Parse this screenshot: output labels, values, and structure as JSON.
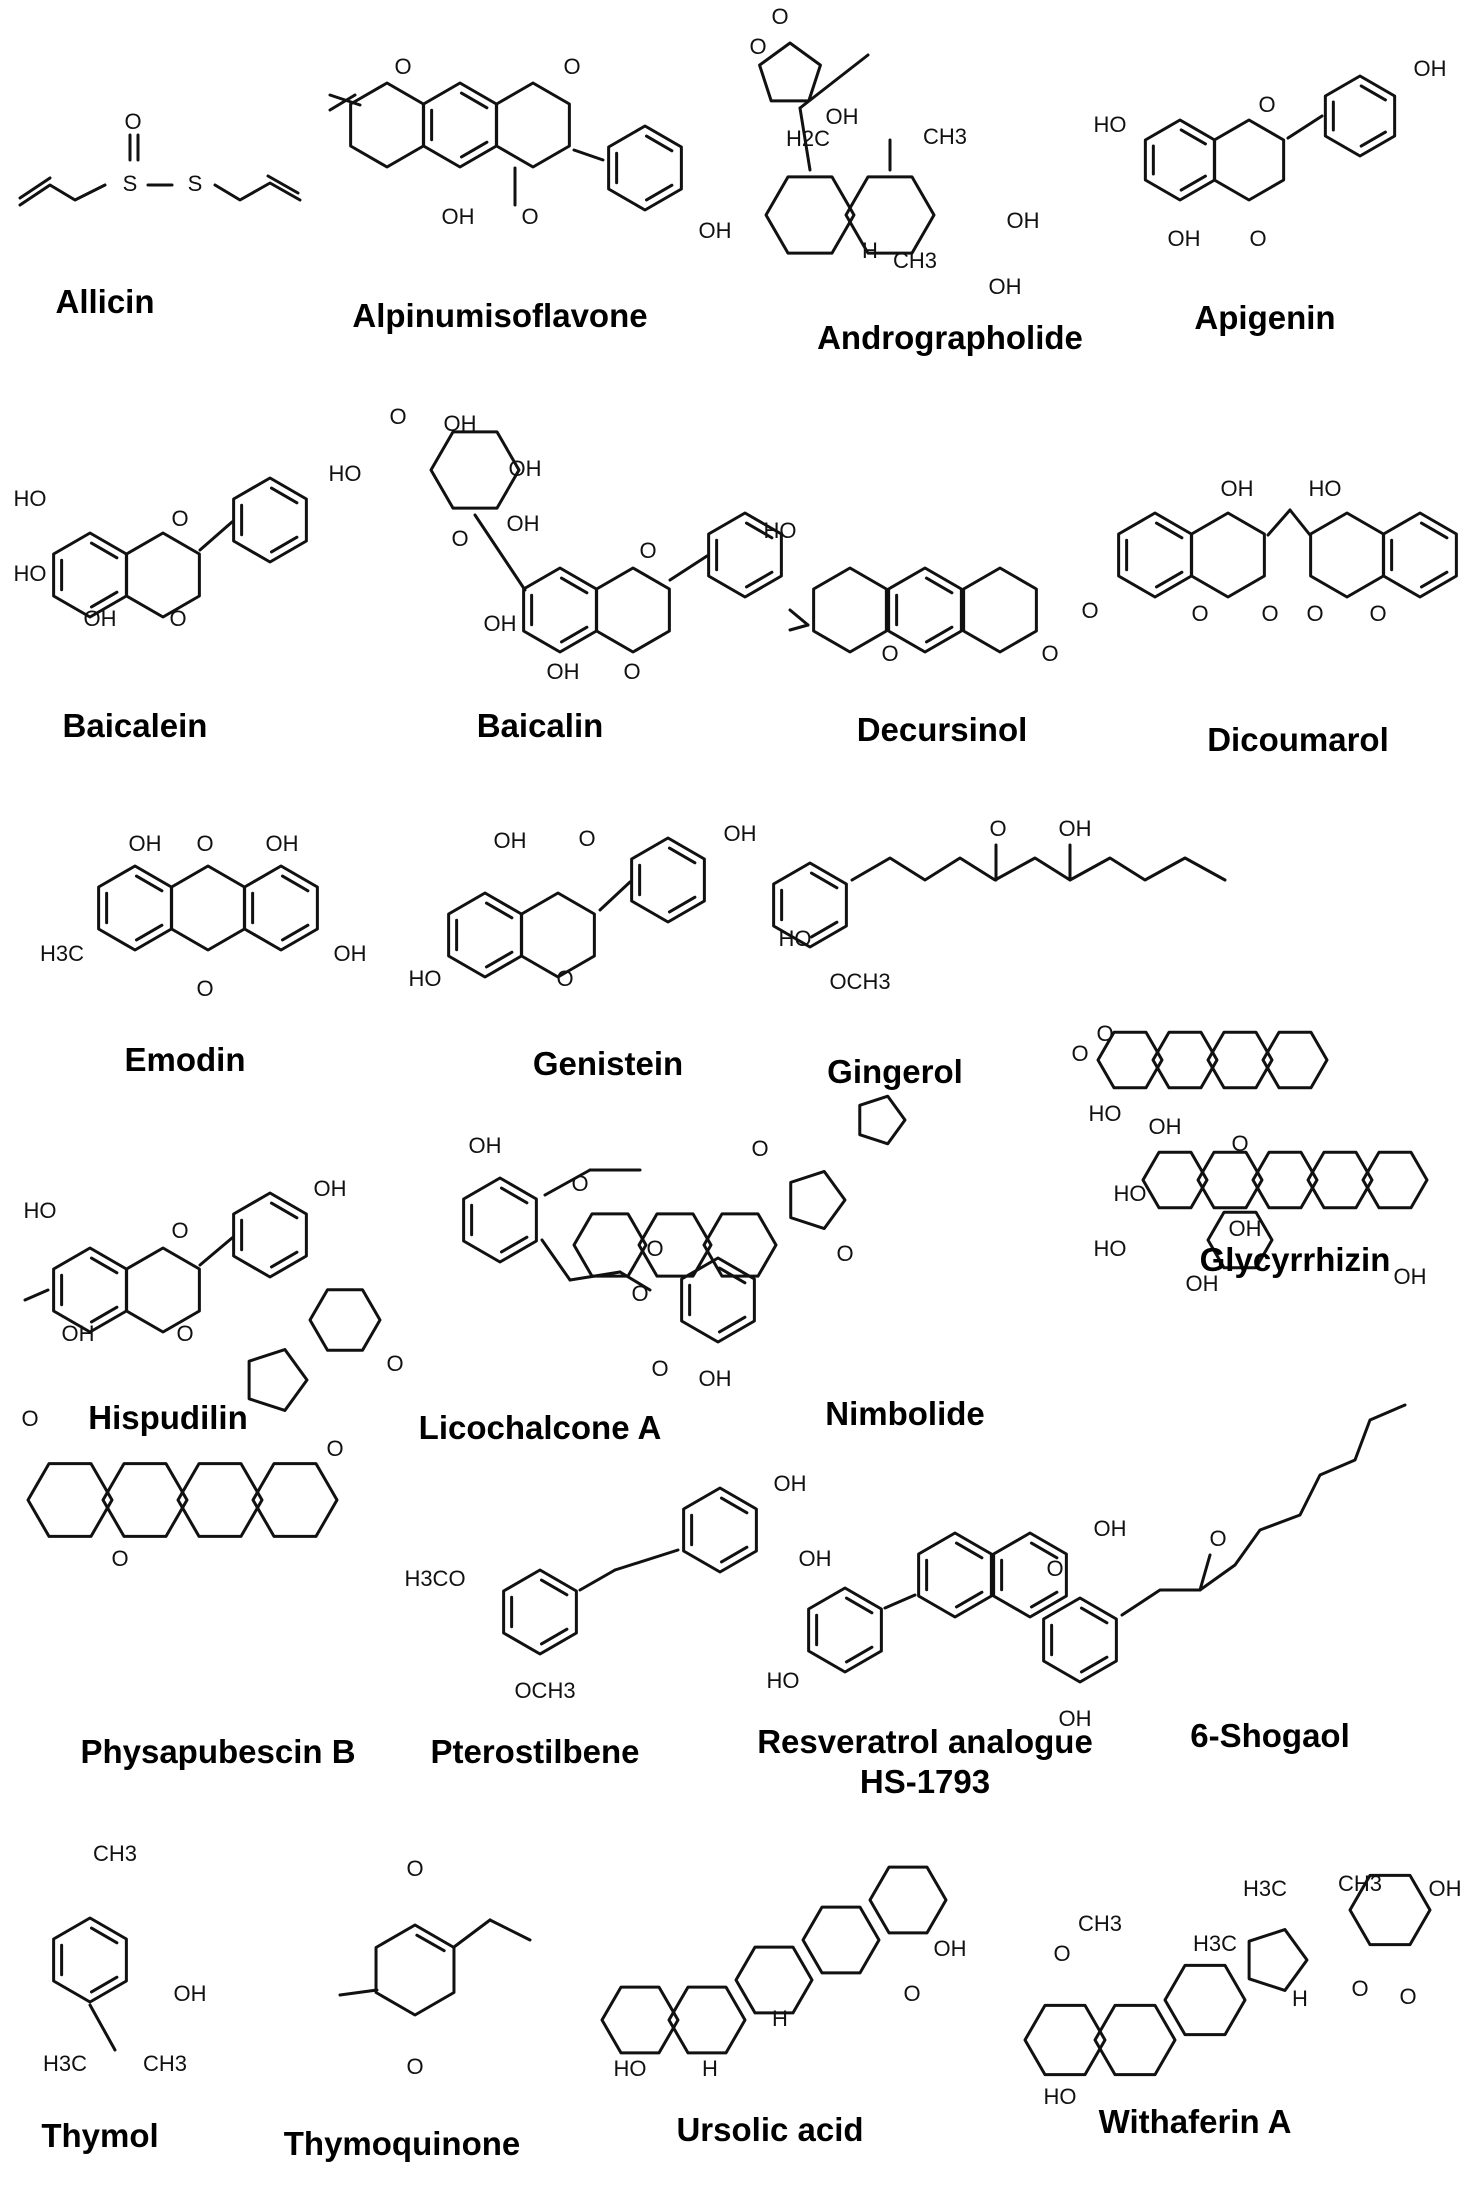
{
  "compounds": [
    {
      "name": "Allicin"
    },
    {
      "name": "Alpinumisoflavone"
    },
    {
      "name": "Andrographolide"
    },
    {
      "name": "Apigenin"
    },
    {
      "name": "Baicalein"
    },
    {
      "name": "Baicalin"
    },
    {
      "name": "Decursinol"
    },
    {
      "name": "Dicoumarol"
    },
    {
      "name": "Emodin"
    },
    {
      "name": "Genistein"
    },
    {
      "name": "Gingerol"
    },
    {
      "name": "Glycyrrhizin"
    },
    {
      "name": "Hispudilin"
    },
    {
      "name": "Licochalcone A"
    },
    {
      "name": "Nimbolide"
    },
    {
      "name": "Physapubescin B"
    },
    {
      "name": "Pterostilbene"
    },
    {
      "name": "Resveratrol analogue",
      "name2": "HS-1793"
    },
    {
      "name": "6-Shogaol"
    },
    {
      "name": "Thymol"
    },
    {
      "name": "Thymoquinone"
    },
    {
      "name": "Ursolic acid"
    },
    {
      "name": "Withaferin A"
    }
  ],
  "atom_labels": {
    "oh": "OH",
    "ho": "HO",
    "o": "O",
    "s": "S",
    "h": "H",
    "ch3": "CH3",
    "h3c": "H3C",
    "och3": "OCH3",
    "h3co": "H3CO",
    "h2c": "H2C"
  }
}
